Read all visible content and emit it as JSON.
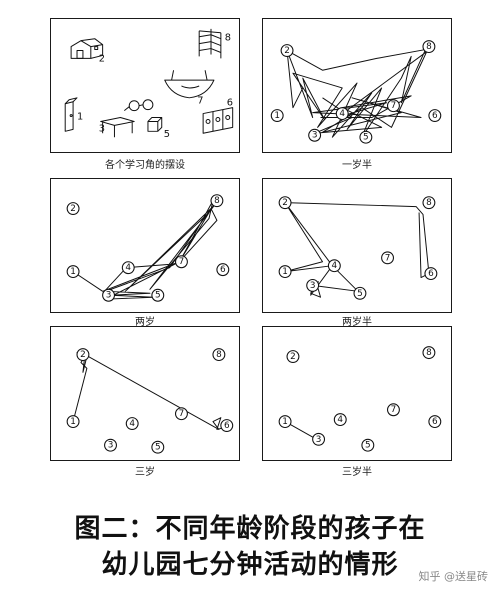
{
  "panels": [
    {
      "id": "layout",
      "caption": "各个学习角的摆设",
      "labels": [
        "1",
        "2",
        "3",
        "5",
        "6",
        "7",
        "8"
      ]
    },
    {
      "id": "p15",
      "caption": "一岁半",
      "nodes": [
        "①",
        "②",
        "③",
        "④",
        "⑤",
        "⑥",
        "⑦",
        "⑧"
      ]
    },
    {
      "id": "p20",
      "caption": "两岁",
      "nodes": [
        "①",
        "②",
        "③",
        "④",
        "⑤",
        "⑥",
        "⑦",
        "⑧"
      ]
    },
    {
      "id": "p25",
      "caption": "两岁半",
      "nodes": [
        "①",
        "②",
        "③",
        "④",
        "⑤",
        "⑥",
        "⑦",
        "⑧"
      ]
    },
    {
      "id": "p30",
      "caption": "三岁",
      "nodes": [
        "①",
        "②",
        "③",
        "④",
        "⑤",
        "⑥",
        "⑦",
        "⑧"
      ]
    },
    {
      "id": "p35",
      "caption": "三岁半",
      "nodes": [
        "①",
        "②",
        "③",
        "④",
        "⑤",
        "⑥",
        "⑦",
        "⑧"
      ]
    }
  ],
  "title_line1": "图二：不同年龄阶段的孩子在",
  "title_line2": "幼儿园七分钟活动的情形",
  "watermark": "知乎 @送星砖"
}
